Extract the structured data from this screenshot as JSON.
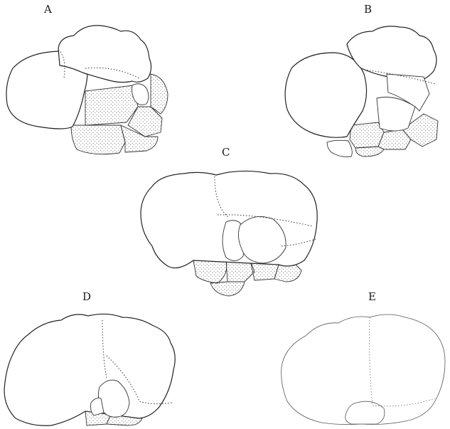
{
  "figure": {
    "panels": [
      {
        "id": "A",
        "label": "A"
      },
      {
        "id": "B",
        "label": "B"
      },
      {
        "id": "C",
        "label": "C"
      },
      {
        "id": "D",
        "label": "D"
      },
      {
        "id": "E",
        "label": "E"
      }
    ],
    "colors": {
      "ink": "#222222",
      "stipple": "#555555",
      "paper": "#ffffff"
    }
  }
}
